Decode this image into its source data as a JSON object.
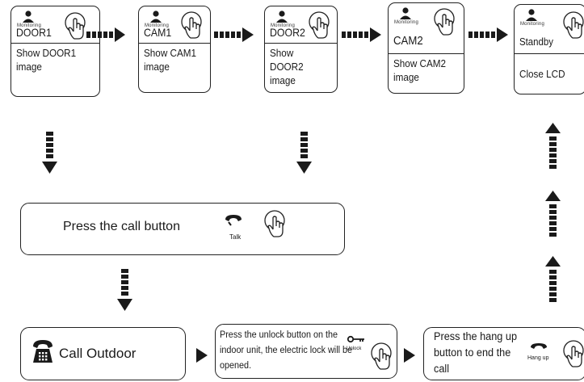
{
  "monitor_steps": [
    {
      "label": "DOOR1",
      "action": "Show DOOR1 image",
      "icon_caption": "Monitoring"
    },
    {
      "label": "CAM1",
      "action": "Show CAM1 image",
      "icon_caption": "Monitoring"
    },
    {
      "label": "DOOR2",
      "action": "Show DOOR2 image",
      "icon_caption": "Monitoring"
    },
    {
      "label": "CAM2",
      "action": "Show CAM2 image",
      "icon_caption": "Monitoring"
    },
    {
      "label": "Standby",
      "action": "Close LCD",
      "icon_caption": "Monitoring"
    }
  ],
  "call_step": {
    "text": "Press the call button",
    "icon_caption": "Talk"
  },
  "outdoor_step": {
    "text": "Call Outdoor"
  },
  "unlock_step": {
    "text": "Press the unlock button on the indoor unit, the electric lock will be opened.",
    "icon_caption": "Unlock"
  },
  "hangup_step": {
    "text": "Press the hang up button to end the call",
    "icon_caption": "Hang up"
  },
  "colors": {
    "stroke": "#222222",
    "arrow": "#1a1a1a",
    "background": "#ffffff"
  },
  "icons": [
    "monitor-icon",
    "touch-hand-icon",
    "talk-handset-icon",
    "desk-phone-icon",
    "key-icon",
    "hang-up-handset-icon"
  ]
}
